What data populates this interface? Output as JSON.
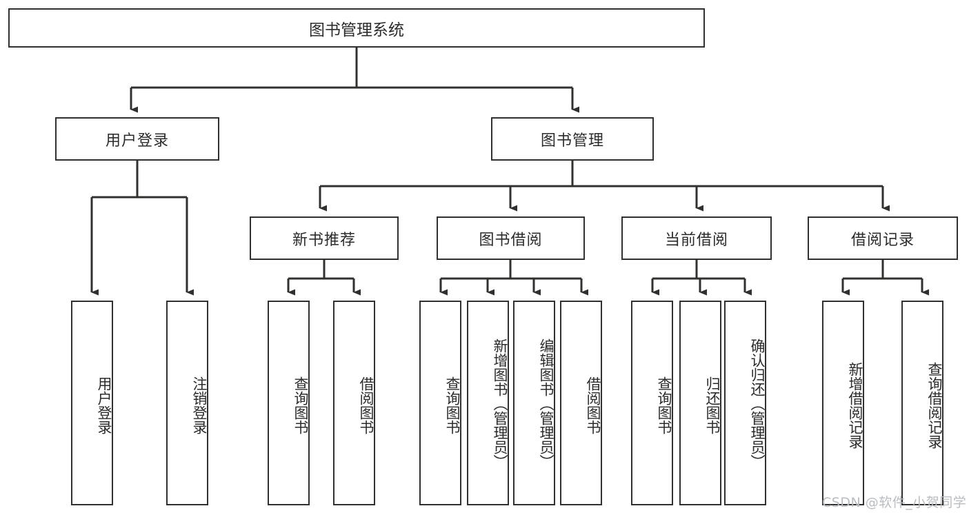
{
  "diagram": {
    "title": "图书管理系统",
    "type": "tree-hierarchy",
    "root": {
      "label": "图书管理系统"
    },
    "level2": [
      {
        "label": "用户登录"
      },
      {
        "label": "图书管理"
      }
    ],
    "level3": [
      {
        "label": "新书推荐"
      },
      {
        "label": "图书借阅"
      },
      {
        "label": "当前借阅"
      },
      {
        "label": "借阅记录"
      }
    ],
    "leaves": [
      {
        "label": "用户登录"
      },
      {
        "label": "注销登录"
      },
      {
        "label": "查询图书"
      },
      {
        "label": "借阅图书"
      },
      {
        "label": "查询图书"
      },
      {
        "label": "新增图书（管理员）"
      },
      {
        "label": "编辑图书（管理员）"
      },
      {
        "label": "借阅图书"
      },
      {
        "label": "查询图书"
      },
      {
        "label": "归还图书"
      },
      {
        "label": "确认归还（管理员）"
      },
      {
        "label": "新增借阅记录"
      },
      {
        "label": "查询借阅记录"
      }
    ],
    "colors": {
      "stroke": "#30302f",
      "fill": "#ffffff",
      "text": "#2b2b2b",
      "watermark": "#b9bcc0"
    }
  },
  "watermark": {
    "text": "CSDN @软件_小贺同学"
  }
}
